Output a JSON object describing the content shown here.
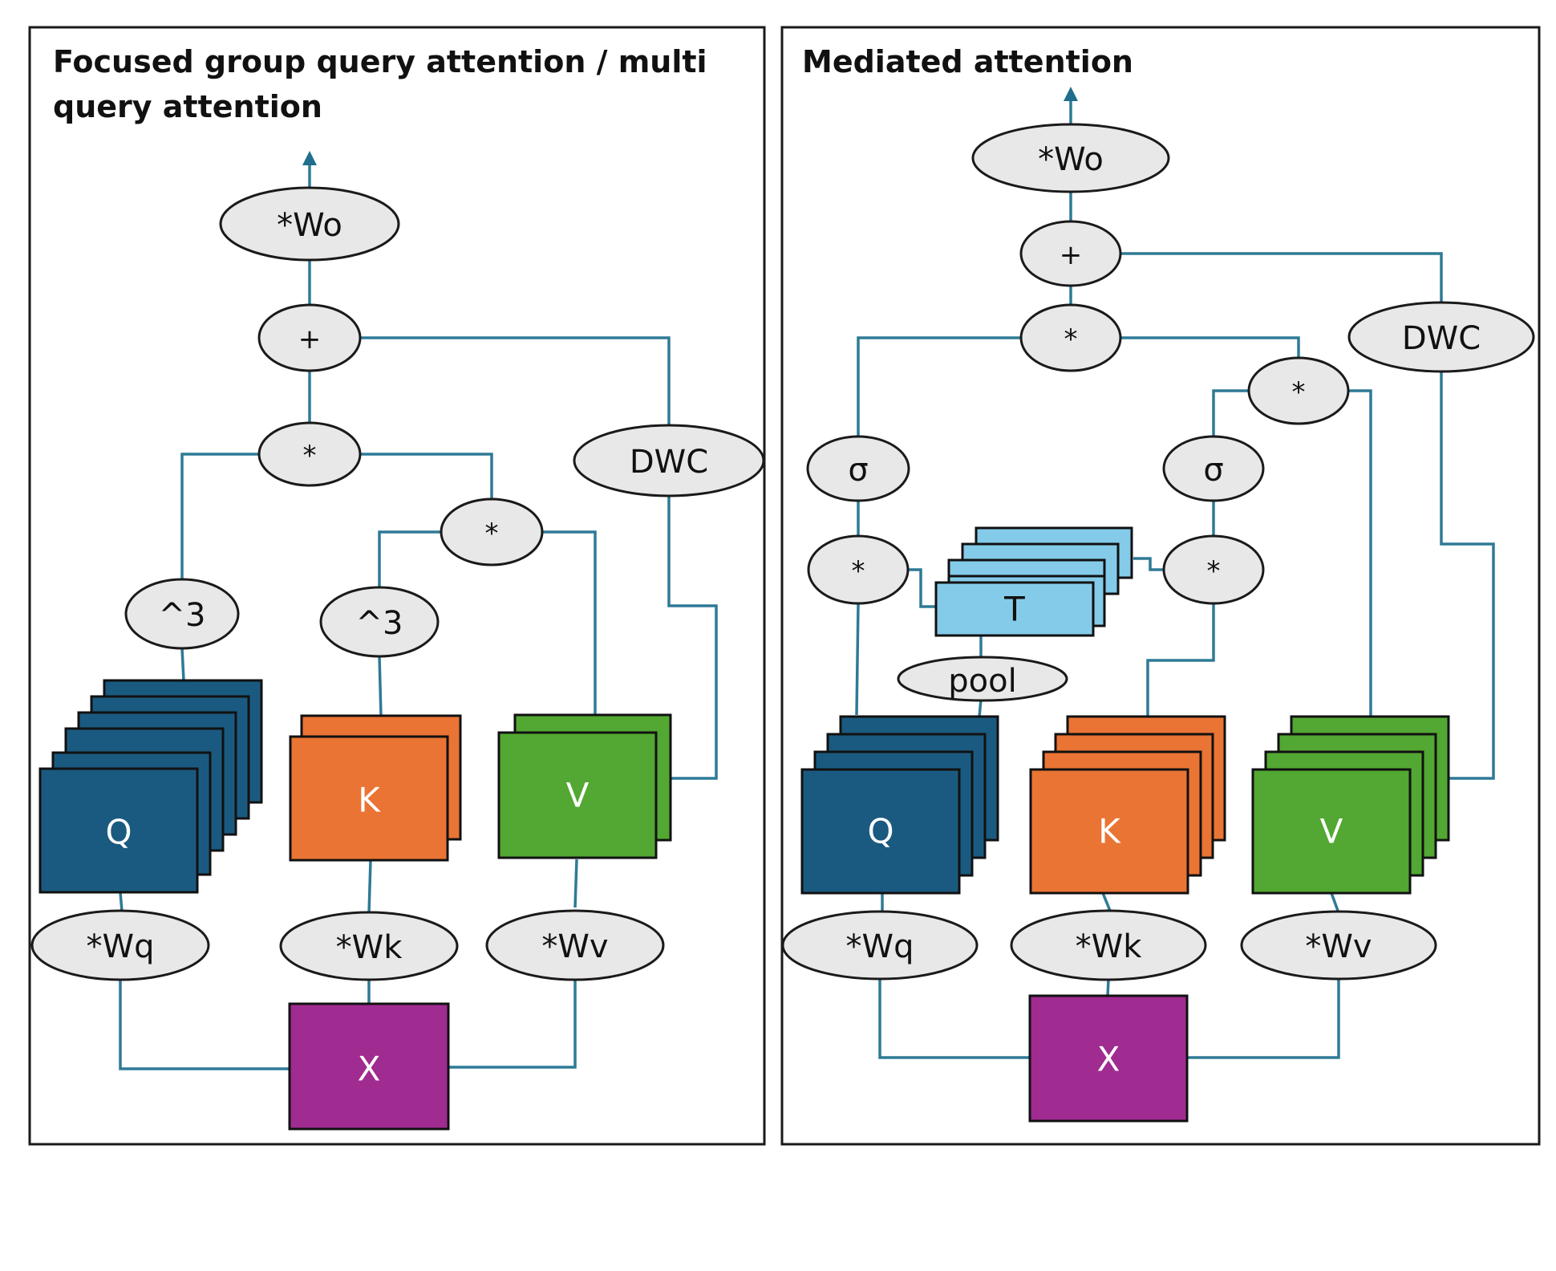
{
  "colors": {
    "wire": "#2e7a96",
    "node_fill": "#e8e8e8",
    "q_block": "#1a5a80",
    "k_block": "#ea7434",
    "v_block": "#52a832",
    "x_block": "#a02b91",
    "t_block": "#84cbe9"
  },
  "left_panel": {
    "title_line1": "Focused group query attention / multi",
    "title_line2": "query attention",
    "wo": "*Wo",
    "plus": "+",
    "mul_top": "*",
    "mul_kv": "*",
    "dwc": "DWC",
    "pow_q": "^3",
    "pow_k": "^3",
    "q": "Q",
    "k": "K",
    "v": "V",
    "wq": "*Wq",
    "wk": "*Wk",
    "wv": "*Wv",
    "x": "X"
  },
  "right_panel": {
    "title": "Mediated attention",
    "wo": "*Wo",
    "plus": "+",
    "mul_top": "*",
    "mul_right": "*",
    "dwc": "DWC",
    "sigma_left": "σ",
    "sigma_right": "σ",
    "mul_left": "*",
    "mul_mid": "*",
    "t": "T",
    "pool": "pool",
    "q": "Q",
    "k": "K",
    "v": "V",
    "wq": "*Wq",
    "wk": "*Wk",
    "wv": "*Wv",
    "x": "X"
  }
}
